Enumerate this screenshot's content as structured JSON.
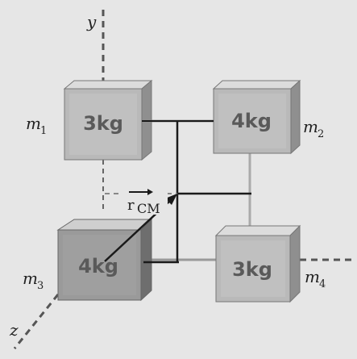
{
  "axes": {
    "y": "y",
    "z": "z"
  },
  "masses": [
    {
      "symbol": "m",
      "index": "1",
      "value": "3kg"
    },
    {
      "symbol": "m",
      "index": "2",
      "value": "4kg"
    },
    {
      "symbol": "m",
      "index": "3",
      "value": "4kg"
    },
    {
      "symbol": "m",
      "index": "4",
      "value": "3kg"
    }
  ],
  "center_of_mass": {
    "symbol": "r",
    "subscript": "CM"
  },
  "colors": {
    "background": "#e6e6e6",
    "cube_front": "#b9b9b9",
    "cube_top": "#dcdcdc",
    "cube_side": "#8f8f8f",
    "cube_dark_front": "#9a9a9a",
    "cube_dark_top": "#cfcfcf",
    "cube_dark_side": "#6e6e6e",
    "lines": "#1a1a1a",
    "axes": "#555555"
  }
}
